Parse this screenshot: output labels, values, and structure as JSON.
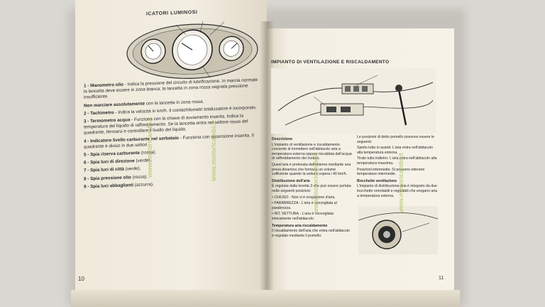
{
  "left_page": {
    "section_title": "ICATORI LUMINOSI",
    "page_number": "10",
    "items": [
      {
        "num": "1 -",
        "term": "Manometro olio",
        "text": "- Indica la pressione del circuito di lubrificazione. In marcia normale la lancetta deve essere in zona bianca; la lancetta in zona rossa segnala pressione insufficiente."
      },
      {
        "num": "",
        "term": "Non marciare assolutamente",
        "text": "con la lancetta in zona rossa."
      },
      {
        "num": "2 -",
        "term": "Tachimetro",
        "text": "- Indica la velocità in km/h. Il contachilometri totalizzatore è incorporato."
      },
      {
        "num": "3 -",
        "term": "Termometro acqua",
        "text": "- Funziona con la chiave di avviamento inserita. Indica la temperatura del liquido di raffreddamento. Se la lancetta entra nel settore rosso del quadrante, fermarsi e controllare il livello del liquido."
      },
      {
        "num": "4 -",
        "term": "Indicatore livello carburante nel serbatoio",
        "text": "- Funziona con accensione inserita. Il quadrante è diviso in due settori."
      },
      {
        "num": "5 -",
        "term": "Spia riserva carburante",
        "text": "(rossa)."
      },
      {
        "num": "6 -",
        "term": "Spia luci di direzione",
        "text": "(verde)."
      },
      {
        "num": "7 -",
        "term": "Spia luci di città",
        "text": "(verde)."
      },
      {
        "num": "8 -",
        "term": "Spia pressione olio",
        "text": "(rossa)."
      },
      {
        "num": "9 -",
        "term": "Spia luci abbaglianti",
        "text": "(azzurra)."
      }
    ]
  },
  "right_page": {
    "title": "IMPIANTO DI VENTILAZIONE E RISCALDAMENTO",
    "page_number": "11",
    "col_left": [
      {
        "head": "Descrizione",
        "text": "L'impianto di ventilazione e riscaldamento consente di immettere nell'abitacolo aria a temperatura esterna oppure riscaldata dall'acqua di raffreddamento del motore."
      },
      {
        "head": "",
        "text": "Quest'aria è prelevata dall'esterno mediante una presa dinamica che fornisce un volume sufficiente quando la vettura supera i 40 km/h."
      },
      {
        "head": "Distribuzione dell'aria",
        "text": "È regolata dalla levetta 3 che può essere portata nelle seguenti posizioni:"
      },
      {
        "head": "",
        "text": "• CHIUSO - Non vi è erogazione d'aria."
      },
      {
        "head": "",
        "text": "• PARABREZZA - L'aria è convogliata al parabrezza."
      },
      {
        "head": "",
        "text": "• INT. VETTURA - L'aria è convogliata interamente nell'abitacolo."
      },
      {
        "head": "Temperatura aria riscaldamento",
        "text": "Il riscaldamento dell'aria che entra nell'abitacolo è regolato mediante il pomello."
      }
    ],
    "col_right": [
      {
        "head": "",
        "text": "Le posizioni di detto pomello possono essere le seguenti:"
      },
      {
        "head": "",
        "text": "Spinto tutto in avanti: L'aria entra nell'abitacolo alla temperatura esterna."
      },
      {
        "head": "",
        "text": "Tirato tutto indietro: L'aria entra nell'abitacolo alla temperatura massima."
      },
      {
        "head": "",
        "text": "Posizioni intermedie: Si possono ottenere temperature intermedie."
      },
      {
        "head": "Bocchette ventilazione",
        "text": "L'impianto di distribuzione aria è integrato da due bocchette orientabili e regolabili che erogano aria a temperatura esterna."
      }
    ]
  },
  "watermark": "www.motoricambi.it"
}
